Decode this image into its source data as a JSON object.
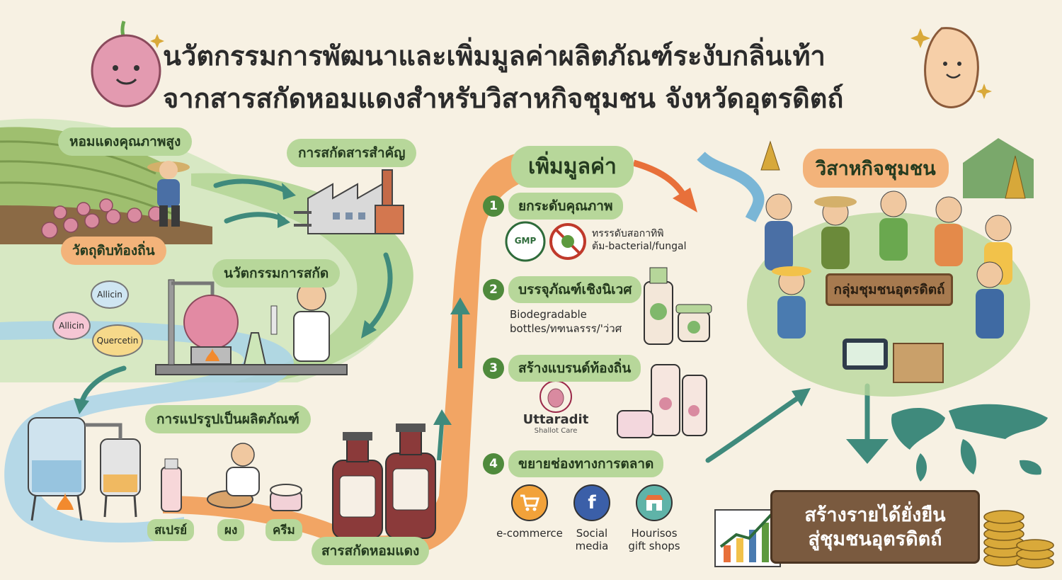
{
  "title": {
    "line1": "นวัตกรรมการพัฒนาและเพิ่มมูลค่าผลิตภัณฑ์ระงับกลิ่นเท้า",
    "line2": "จากสารสกัดหอมแดงสำหรับวิสาหกิจชุมชน จังหวัดอุตรดิตถ์"
  },
  "stages": {
    "high_quality": "หอมแดงคุณภาพสูง",
    "local_raw": "วัตถุดิบท้องถิ่น",
    "extraction": "การสกัดสารสำคัญ",
    "innovation": "นวัตกรรมการสกัด",
    "processing": "การแปรรูปเป็นผลิตภัณฑ์",
    "extract": "สารสกัดหอมแดง"
  },
  "compounds": [
    "Allicin",
    "Allicin",
    "Quercetin"
  ],
  "products": [
    "สเปรย์",
    "ผง",
    "ครีม"
  ],
  "value_add": {
    "title": "เพิ่มมูลค่า",
    "steps": [
      {
        "num": "1",
        "label": "ยกระดับคุณภาพ"
      },
      {
        "num": "2",
        "label": "บรรจุภัณฑ์เชิงนิเวศ"
      },
      {
        "num": "3",
        "label": "สร้างแบรนด์ท้องถิ่น"
      },
      {
        "num": "4",
        "label": "ขยายช่องทางการตลาด"
      }
    ],
    "gmp": "GMP",
    "quality_text_1": "ทรรรดับสอกาทิพิ",
    "quality_text_2": "ต้ม-bacterial/fungal",
    "eco_text_1": "Biodegradable",
    "eco_text_2": "bottles/ทฑนลรรร/'ว่วศ",
    "brand_name": "Uttaradit",
    "brand_sub": "Shallot Care",
    "markets": [
      {
        "label": "e-commerce",
        "icon": "cart-icon"
      },
      {
        "label": "Social\nmedia",
        "icon": "facebook-icon"
      },
      {
        "label": "Hourisos\ngift shops",
        "icon": "shop-icon"
      }
    ]
  },
  "community": {
    "title": "วิสาหกิจชุมชน",
    "group_sign": "กลุ่มชุมชนอุตรดิตถ์"
  },
  "income": {
    "line1": "สร้างรายได้ยั่งยืน",
    "line2": "สู่ชุมชนอุตรดิตถ์"
  },
  "colors": {
    "background": "#f7f1e3",
    "green_band": "#b9d89c",
    "orange_band": "#f2a564",
    "blue_band": "#a9d4e8",
    "arrow_teal": "#3f8a7c",
    "arrow_orange": "#e8703a",
    "pill_green": "#b7d79a"
  }
}
